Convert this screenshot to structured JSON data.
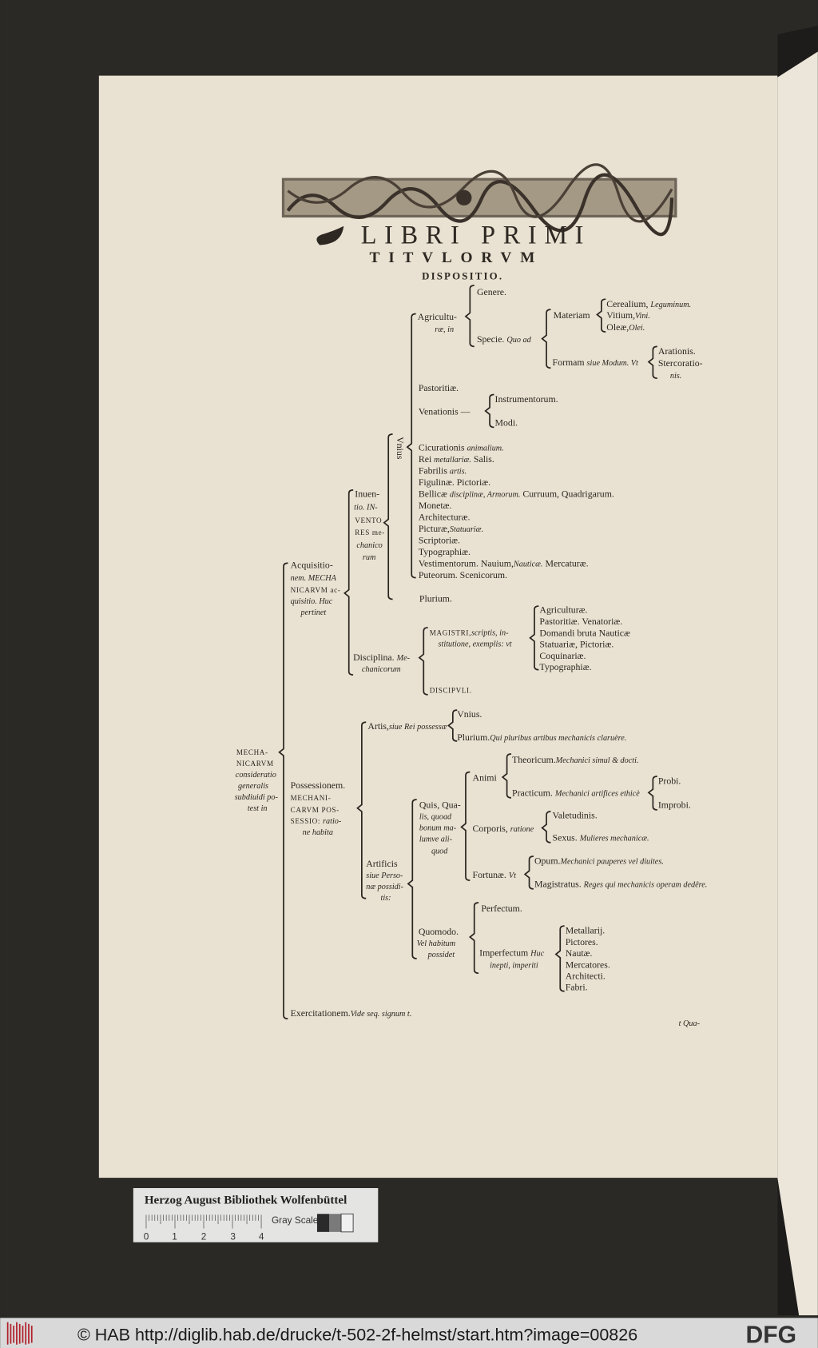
{
  "title": {
    "line1": "LIBRI PRIMI",
    "line2": "TITVLORVM",
    "line3": "DISPOSITIO."
  },
  "tree": {
    "root": [
      "MECHA-",
      "NICARVM",
      "consideratio",
      "generalis",
      "subdiuidi po-",
      "test in"
    ],
    "acq": [
      "Acquisitio-",
      "nem. MECHA",
      "NICARVM ac-",
      "quisitio. Huc",
      "pertinet"
    ],
    "inu": [
      "Inuen-",
      "tio. IN-",
      "VENTO",
      "RES me-",
      "chanico",
      "rum"
    ],
    "vnius_v": "Vnius",
    "agri": [
      "Agricultu-",
      "ræ, in"
    ],
    "genere": "Genere.",
    "specie": "Specie.",
    "quoad": "Quo ad",
    "materiam": "Materiam",
    "cerealium": "Cerealium,",
    "leguminum": "Leguminum.",
    "vitium": "Vitium,",
    "vini": "Vini.",
    "oleae": "Oleæ,",
    "olei": "Olei.",
    "formam": "Formam",
    "siue_modum": "siue Modum. Vt",
    "arationis": "Arationis.",
    "stercoratio": "Stercoratio-",
    "nis": "nis.",
    "pastoritiae": "Pastoritiæ.",
    "venationis": "Venationis —",
    "instrumentorum": "Instrumentorum.",
    "modi": "Modi.",
    "list": [
      [
        "Cicurationis ",
        "animalium.",
        ""
      ],
      [
        "Rei ",
        "metallariæ.",
        "  Salis."
      ],
      [
        "Fabrilis ",
        "artis.",
        ""
      ],
      [
        "Figulinæ.  Pictoriæ.",
        "",
        ""
      ],
      [
        "Bellicæ ",
        "disciplinæ, Armorum.",
        "  Curruum, Quadrigarum."
      ],
      [
        "Monetæ.",
        "",
        ""
      ],
      [
        "Architecturæ.",
        "",
        ""
      ],
      [
        "Picturæ,",
        "Statuariæ.",
        ""
      ],
      [
        "Scriptoriæ.",
        "",
        ""
      ],
      [
        "Typographiæ.",
        "",
        ""
      ],
      [
        "Vestimentorum.  Nauium,",
        "Nauticæ.",
        "  Mercaturæ."
      ],
      [
        "Puteorum.  Scenicorum.",
        "",
        ""
      ]
    ],
    "plurium": "Plurium.",
    "disc": [
      "Disciplina.",
      "Me-",
      "chanicorum"
    ],
    "magistri": "MAGISTRI,",
    "magistri_i": [
      "scriptis, in-",
      "stitutione, exemplis: vt"
    ],
    "mag_list": [
      "Agriculturæ.",
      "Pastoritiæ.  Venatoriæ.",
      "Domandi bruta  Nauticæ",
      "Statuariæ, Pictoriæ.",
      "Coquinariæ.",
      "Typographiæ."
    ],
    "discipuli": "DISCIPVLI.",
    "poss": [
      "Possessionem.",
      "MECHANI-",
      "CARVM POS-",
      "SESSIO:",
      "ratio-",
      "ne habita"
    ],
    "artis": "Artis,",
    "artis_i": "siue Rei possessæ",
    "vnius2": "Vnius.",
    "plurium2": "Plurium.",
    "plurium2_i": "Qui pluribus artibus mechanicis claruère.",
    "artificis": [
      "Artificis",
      "siue Perso-",
      "næ possidi-",
      "tis:"
    ],
    "quis": [
      "Quis, Qua-",
      "lis, quoad",
      "bonum ma-",
      "lumve ali-",
      "quod"
    ],
    "animi": "Animi",
    "theoricum": "Theoricum.",
    "theoricum_i": "Mechanici simul & docti.",
    "practicum": "Practicum.",
    "practicum_i": "Mechanici artifices ethicè",
    "probi": "Probi.",
    "improbi": "Improbi.",
    "corporis": "Corporis,",
    "corporis_i": "ratione",
    "valetudinis": "Valetudinis.",
    "sexus": "Sexus.",
    "sexus_i": "Mulieres mechanicæ.",
    "fortunae": "Fortunæ.",
    "fortunae_i": "Vt",
    "opum": "Opum.",
    "opum_i": "Mechanici pauperes vel diuites.",
    "magistratus": "Magistratus.",
    "magistratus_i": "Reges qui mechanicis operam dedêre.",
    "quomodo": [
      "Quomodo.",
      "Vel habitum",
      "possidet"
    ],
    "perfectum": "Perfectum.",
    "imperfectum": "Imperfectum",
    "imperfectum_i": [
      "Huc",
      "inepti, imperiti"
    ],
    "imp_list": [
      "Metallarij.",
      "Pictores.",
      "Nautæ.",
      "Mercatores.",
      "Architecti.",
      "Fabri."
    ],
    "exercitationem": "Exercitationem.",
    "exercitationem_i": "Vide seq. signum t."
  },
  "catchword": "t Qua-",
  "scale_card": {
    "library": "Herzog August Bibliothek Wolfenbüttel",
    "gray_scale": "Gray Scale",
    "ticks": [
      "0",
      "1",
      "2",
      "3",
      "4"
    ]
  },
  "footer": {
    "copyright": "© HAB http://diglib.hab.de/drucke/t-502-2f-helmst/start.htm?image=00826",
    "logo": "DFG"
  },
  "colors": {
    "page": "#e9e2d2",
    "background": "#2b2926",
    "ink": "#2a2520",
    "footer_bar": "#d9d9d9"
  }
}
